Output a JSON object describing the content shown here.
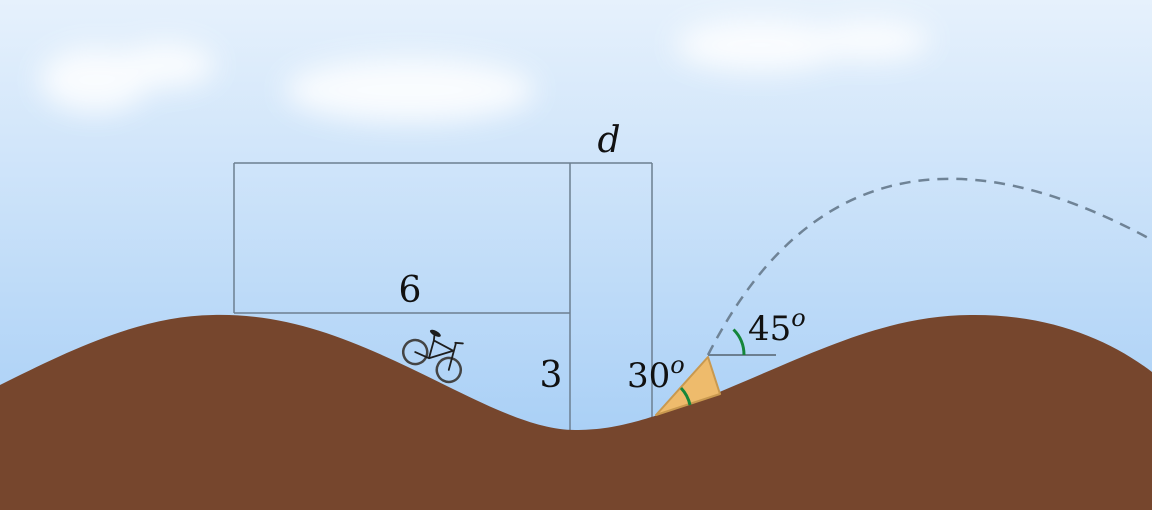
{
  "labels": {
    "horizontal_distance": "6",
    "vertical_drop": "3",
    "gap": "d",
    "ramp_angle_value": "30",
    "launch_angle_value": "45",
    "degree_mark": "o"
  },
  "colors": {
    "sky_top": "#e6f1fc",
    "sky_bottom": "#9fcaf5",
    "ground": "#76462d",
    "ramp_fill": "#eebb6c",
    "ramp_stroke": "#c9994f",
    "angle_arc": "#15863a",
    "dimension_lines": "#6c7f90",
    "trajectory": "#6f8396"
  },
  "icons": {
    "bicycle": "bicycle-icon",
    "ramp": "ramp-triangle"
  }
}
